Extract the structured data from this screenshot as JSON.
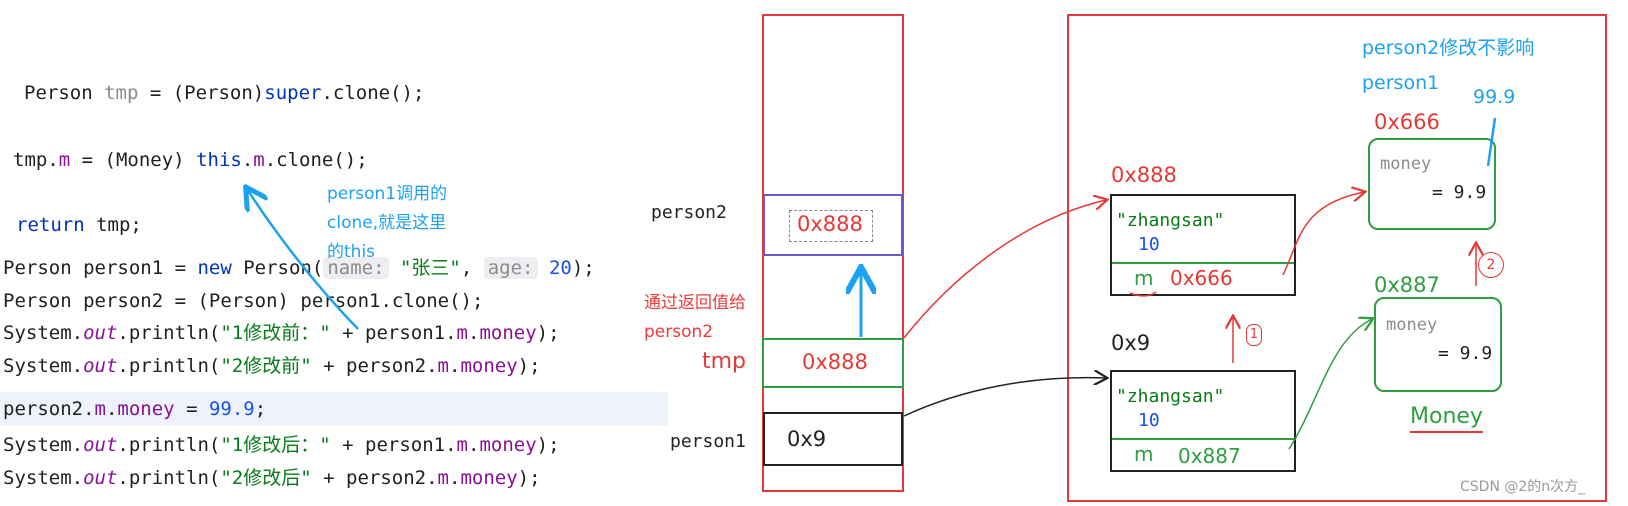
{
  "code": {
    "line1": {
      "a": "Person ",
      "b": "tmp",
      "c": " = (Person)",
      "d": "super",
      ".e": "",
      "e": ".clone();"
    },
    "line2": {
      "a": "tmp.",
      "b": "m",
      "c": " = (Money) ",
      "d": "this",
      ".e": "",
      "e": ".",
      "f": "m",
      "g": ".clone();"
    },
    "line3": {
      "a": "return",
      " b": "",
      "b": " tmp;"
    },
    "line4": {
      "a": "Person person1 = ",
      "b": "new",
      "c": " Person(",
      "hint1": "name:",
      "d": " \"张三\"",
      ".e": "",
      "e": ", ",
      "hint2": "age:",
      "f": " 20",
      "g": ");"
    },
    "line5": {
      "a": "Person person2 = (Person) person1.clone();"
    },
    "line6": {
      "a": "System.",
      "b": "out",
      "c": ".println(",
      "d": "\"1修改前：\"",
      "e": " + person1.",
      "f": "m",
      ".g": "",
      "g": ".",
      "h": "money",
      "i": ");"
    },
    "line7": {
      "a": "System.",
      "b": "out",
      "c": ".println(",
      "d": "\"2修改前\"",
      "e": " + person2.",
      "f": "m",
      "g": ".",
      "h": "money",
      "i": ");"
    },
    "line8": {
      "a": "person2.",
      "b": "m",
      "c": ".",
      "d": "money",
      "e": " = ",
      "f": "99.9",
      "g": ";"
    },
    "line9": {
      "a": "System.",
      "b": "out",
      "c": ".println(",
      "d": "\"1修改后：\"",
      "e": " + person1.",
      "f": "m",
      "g": ".",
      "h": "money",
      "i": ");"
    },
    "line10": {
      "a": "System.",
      "b": "out",
      "c": ".println(",
      "d": "\"2修改后\"",
      "e": " + person2.",
      "f": "m",
      "g": ".",
      "h": "money",
      "i": ");"
    }
  },
  "annotations": {
    "this_note": [
      "person1调用的",
      "clone,就是这里",
      "的this"
    ],
    "return_note": [
      "通过返回值给",
      "person2"
    ],
    "person2_note": [
      "person2修改不影响",
      "person1"
    ],
    "value_999": "99.9"
  },
  "stack": {
    "person2_label": "person2",
    "person2_value": "0x888",
    "tmp_label": "tmp",
    "tmp_value": "0x888",
    "person1_label": "person1",
    "person1_value": "0x9"
  },
  "heap": {
    "obj888_addr": "0x888",
    "obj888_name": "\"zhangsan\"",
    "obj888_age": "10",
    "obj888_m": "m",
    "obj888_mval": "0x666",
    "obj9_addr": "0x9",
    "obj9_name": "\"zhangsan\"",
    "obj9_age": "10",
    "obj9_m": "m",
    "obj9_mval": "0x887",
    "money666_addr": "0x666",
    "money666_field": "money",
    "money666_val": "= 9.9",
    "money887_addr": "0x887",
    "money887_field": "money",
    "money887_val": "= 9.9",
    "money_label": "Money",
    "step1": "1",
    "step2": "2"
  },
  "watermark": "CSDN @2的n次方_",
  "colors": {
    "red": "#e53935",
    "green": "#2e9e3f",
    "blue": "#1da1f2",
    "purple": "#6a5acd"
  }
}
